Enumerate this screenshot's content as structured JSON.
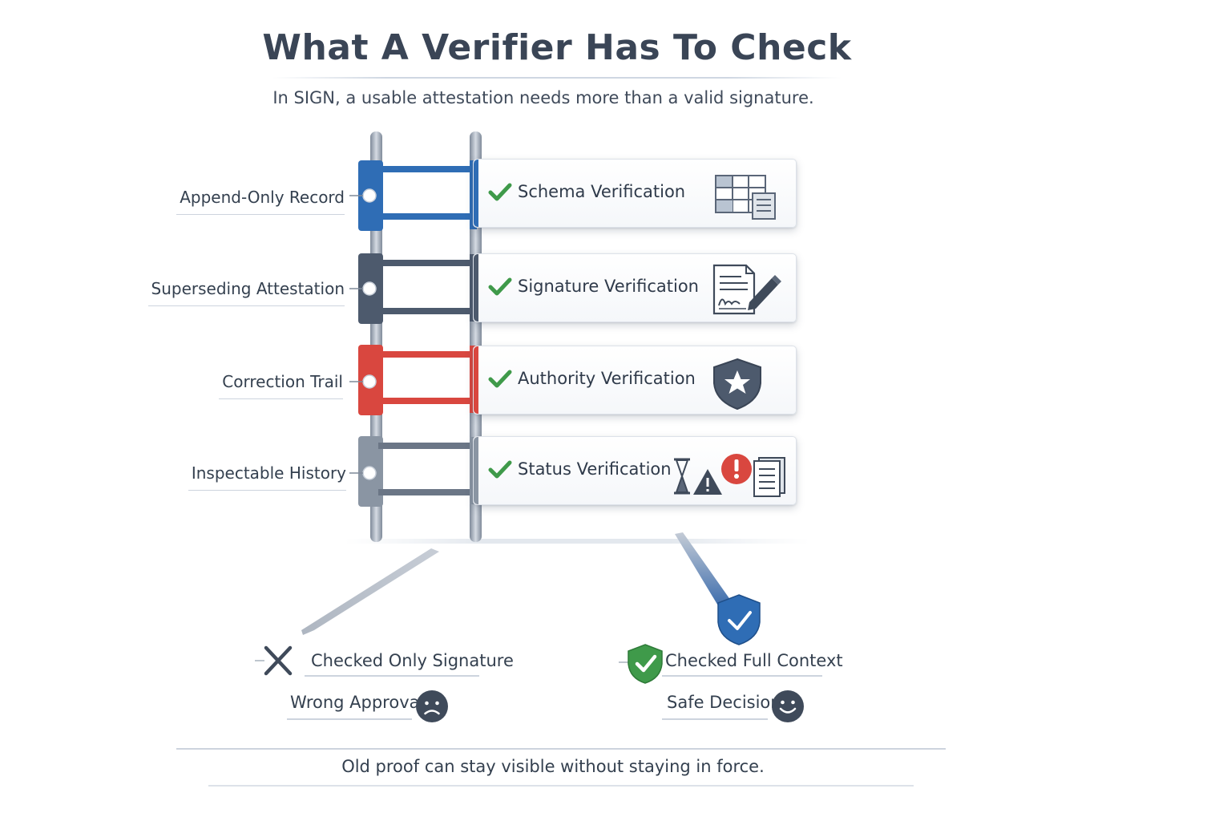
{
  "title": "What A Verifier Has To Check",
  "subtitle": "In SIGN, a usable attestation needs more than a valid signature.",
  "rungs": [
    {
      "label": "Append-Only Record",
      "check": "Schema Verification",
      "color": "#2f6db5",
      "icon": "schema-table-icon"
    },
    {
      "label": "Superseding Attestation",
      "check": "Signature Verification",
      "color": "#4d5a6d",
      "icon": "signed-document-icon"
    },
    {
      "label": "Correction Trail",
      "check": "Authority Verification",
      "color": "#d9473f",
      "icon": "shield-star-icon"
    },
    {
      "label": "Inspectable History",
      "check": "Status Verification",
      "color": "#8a95a3",
      "icon": "status-warnings-icon"
    }
  ],
  "outcomes": {
    "bad": {
      "label": "Checked Only Signature",
      "result": "Wrong Approval"
    },
    "good": {
      "label": "Checked Full Context",
      "result": "Safe Decision"
    }
  },
  "footer": "Old proof can stay visible without staying in force.",
  "colors": {
    "check_green": "#3f9a4a",
    "accent_blue": "#2f6db5",
    "accent_red": "#d9473f"
  }
}
